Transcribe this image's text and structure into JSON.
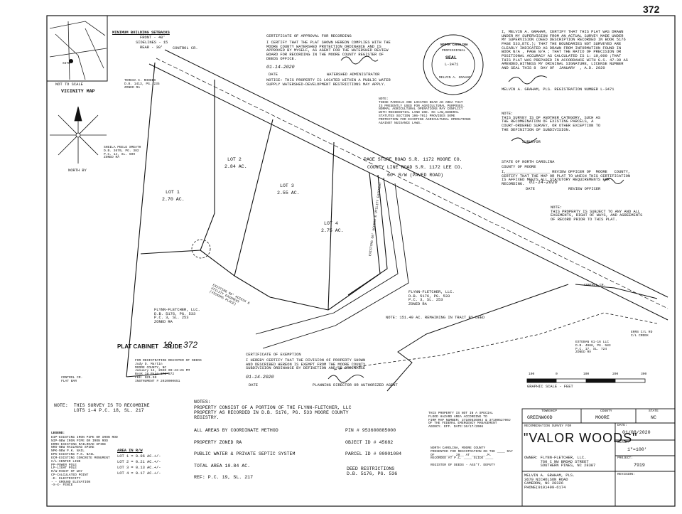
{
  "sheet_number": "372",
  "vicinity": {
    "title": "VICINITY MAP",
    "not_to_scale": "NOT TO SCALE",
    "site": "SITE"
  },
  "north_label": "NORTH BY",
  "setbacks": {
    "title": "MINIMUM BUILDING SETBACKS",
    "front": "FRONT - 40'",
    "sidelines": "SIDELINES - 15",
    "rear": "REAR - 30'"
  },
  "certificate_approval": {
    "title": "CERTIFICATE OF APPROVAL FOR RECORDING",
    "body": "I CERTIFY THAT THE PLAT SHOWN HEREON COMPLIES WITH THE\nMOORE COUNTY WATERSHED PROTECTION ORDINANCE AND IS\nAPPROVED BY MYSELF, AS AGENT FOR THE WATERSHED REVIEW\nBOARD FOR RECORDING IN THE MOORE COUNTY REGISTER OF\nDEEDS OFFICE.",
    "date_value": "01-14-2020",
    "date_label": "DATE",
    "signer_label": "WATERSHED ADMINISTRATOR",
    "notice": "NOTICE: THIS PROPERTY IS LOCATED WITHIN A PUBLIC WATER\nSUPPLY WATERSHED-DEVELOPMENT RESTRICTIONS MAY APPLY."
  },
  "seal": {
    "state": "NORTH CAROLINA",
    "word": "SEAL",
    "number": "L-3471",
    "profession": "PROFESSIONAL",
    "name": "MELVIN A. GRAHAM"
  },
  "surveyor_cert": {
    "body": "I, MELVIN A. GRAHAM, CERTIFY THAT THIS PLAT WAS DRAWN\nUNDER MY SUPERVISION FROM AN ACTUAL SURVEY MADE UNDER\nMY SUPERVISION (DEED DESCRIPTION RECORDED IN BOOK 5176\nPAGE 533,ETC.); THAT THE BOUNDARIES NOT SURVEYED ARE\nCLEARLY INDICATED AS DRAWN FROM INFORMATION FOUND IN\nBOOK N/A , PAGE N/A ; THAT THE RATIO OF PRECISION OR\nPOSITIONAL ACCURACY AS CALCULATED IS 1: 10,000 ;THAT\nTHIS PLAT WAS PREPARED IN ACCORDANCE WITH G.S. 47-30 AS\nAMENDED,WITNESS MY ORIGINAL SIGNATURE, LICENSE NUMBER\nAND SEAL THIS 8  DAY OF  JANUARY  , A.D. 2020",
    "signature_line": "MELVIN A. GRAHAM, PLS.   REGISTRATION NUMBER L-3471"
  },
  "note_farm": "NOTE:\nTHESE PARCELS ARE LOCATED NEAR AN AREA THAT\nIS PRESENTLY USED FOR AGRICULTURAL PURPOSES.\nNORMAL AGRICULTURAL OPERATIONS MAY CONFLICT\nWITH RESIDENTIAL LAND USE. NC LAW,GENERAL\nSTATUTES SECTION 106-701) PROVIDES SOME\nPROTECTION FOR EXISTING AGRICULTURAL OPERATIONS\nAGAINST NUISANCE LAWS.",
  "survey_category": {
    "body": "NOTE:\nTHIS SURVEY IS OF ANOTHER CATEGORY, SUCH AS\nTHE RECOMBINATION OF EXISTING PARCELS, A\nCOURT-ORDERED SURVEY, OR OTHER EXCEPTION TO\nTHE DEFINITION OF SUBDIVISION.",
    "label": "SURVEYOR"
  },
  "review_officer": {
    "state": "STATE OF NORTH CAROLINA",
    "county": "COUNTY OF MOORE",
    "body": "I,___________________ REVIEW OFFICER OF  MOORE   COUNTY,\nCERTIFY THAT THE MAP OR PLAT TO WHICH THIS CERTIFICATION\nIS AFFIXED MEETS ALL STATUTORY REQUIREMENTS FOR\nRECORDING.",
    "date_value": "01-14-2020",
    "date_label": "DATE",
    "officer_label": "REVIEW OFFICER"
  },
  "easement_note": "NOTE:\nTHIS PROPERTY IS SUBJECT TO ANY AND ALL\nEASEMENTS, RIGHT OF WAYS, AND AGREEMENTS\nOF RECORD PRIOR TO THIS PLAT.",
  "road": {
    "line1": "PAGE STORE ROAD S.R. 1172 MOORE CO.",
    "line2": "COUNTY LINE ROAD S.R. 1172 LEE CO.",
    "line3": "60' R/W (PAVED ROAD)"
  },
  "lots": [
    {
      "name": "LOT 1",
      "area": "2.70 AC."
    },
    {
      "name": "LOT 2",
      "area": "2.84 AC."
    },
    {
      "name": "LOT 3",
      "area": "2.55 AC."
    },
    {
      "name": "LOT 4",
      "area": "2.75 AC."
    }
  ],
  "adjoiners": {
    "rhodes": "TERESA C. RHODES\nD.B. 1413, PG. 235\nZONED RA",
    "smeath": "SHEILA PEELE SMEATH\nD.B. 3670, PG. 382\nP.C. 14, SL. 699\nZONED RA",
    "ff_left": "FLYNN-FLETCHER, LLC.\nD.B. 5176, PG. 533\nP.C. 3, SL. 253\nZONED RA",
    "ff_right": "FLYNN-FLETCHER, LLC.\nD.B. 5176, PG. 533\nP.C. 3, SL. 253\nZONED RA",
    "estebani": "ESTEBAN 61-16 LLC\nD.B. 4966, PG. 583\nP.C. 17, SL. 724\nZONED RA"
  },
  "easements": {
    "access_left": "EXISTING 60' ACCESS &\nUTILITY EASEMENT\n(VICKERS PLACE)",
    "access_right": "EXISTING 60' ACCESS & UTILITY EASEMENT"
  },
  "remaining_tract": "NOTE: 151.49 AC. REMAINING IN TRACT BY DEED",
  "plat_cabinet": {
    "cabinet_label": "PLAT CABINET",
    "cabinet_value": "18",
    "slide_label": "SLIDE",
    "slide_value": "372"
  },
  "recording_stamp": "FOR REGISTRATION REGISTER OF DEEDS\nJudy D. Martin\nMOORE COUNTY, NC\nJanuary 14, 2020 09:43:26 PM\nBook 18 Page 372-372\nFEE: $21.00\nINSTRUMENT # 2020000651",
  "exemption": {
    "title": "CERTIFICATE OF EXEMPTION",
    "body": "I HEREBY CERTIFY THAT THE DIVISION OF PROPERTY SHOWN\nAND DESCRIBED HEREON IS EXEMPT FROM THE MOORE COUNTY\nSUBDIVISION ORDINANCE BY DEFINITION AND/OR ORDINANCE",
    "date_value": "01-14-2020",
    "date_label": "DATE",
    "signer_label": "PLANNING DIRECTOR OR AUTHORIZED AGENT"
  },
  "map_labels": {
    "control_cr_top": "CONTROL CR.",
    "control_cr_bottom": "CONTROL CR.\nFLAT BAR",
    "control_cr_right": "CONTROL CR.",
    "errs_creek": "ERRS C/L RD\nC/L CREEK"
  },
  "scale": {
    "ticks": [
      "100",
      "0",
      "100",
      "200",
      "300"
    ],
    "label": "GRAPHIC SCALE - FEET"
  },
  "recombine_note": "NOTE:  THIS SURVEY IS TO RECOMBINE\n       LOTS 1-4 P.C. 18, SL. 217",
  "notes": {
    "title": "NOTES:",
    "body": "PROPERTY CONSIST OF A PORTION OF THE FLYNN-FLETCHER, LLC\nPROPERTY AS RECORDED IN D.B. 5176, PG. 533 MOORE COUNTY\nREGISTRY.",
    "items": [
      "ALL AREAS BY COORDINATE METHOD",
      "PROPERTY ZONED RA",
      "PUBLIC WATER & PRIVATE SEPTIC SYSTEM",
      "TOTAL AREA 10.84 AC.",
      "REF: P.C. 19, SL. 217"
    ],
    "ids": [
      "PIN # 953600885000",
      "OBJECT ID # 45682",
      "PARCEL ID # 00001084"
    ],
    "deed_restrictions": "DEED RESTRICTIONS\nD.B. 5176, PG. 536"
  },
  "flood_note": "THIS PROPERTY IS NOT IN A SPECIAL\nFLOOD HAZARD AREA ACCORDING TO\nFIRM MAP NUMBER: 3710953600J & 3710952700J\nOF THE FEDERAL EMERGENCY MANAGEMENT\nAGENCY. EFF. DATE:10/17/2006",
  "register_block": "NORTH CAROLINA, MOORE COUNTY\nPRESENTED FOR REGISTRATION ON THE ____ DAY\nOF ________, 20__ AT ____ __.M.\nRECORDED AT P.C. ____ SLIDE ____\n\nREGISTER OF DEEDS - ASS'T. DEPUTY",
  "legend": {
    "title": "LEGEND:",
    "body": "EIP-EXISTING IRON PIPE OR IRON ROD\nNIP-NEW IRON PIPE OR IRON ROD\nERRS-EXISTING RAILROAD SPIKE\nNRS-NEW RAILROAD SPIKE\nNPK-NEW P.K. NAIL\nEPK-EXISTING P.K. NAIL\nECM-EXISTING CONCRETE MONUMENT\nC/L-CENTER LINE\nPP-POWER POLE\nLP-LIGHT POLE\nR/W-RIGHT OF WAY\nCP-CALCULATED POINT\n-E- ELECTRICITY\n- - GROUND ELEVATION\n-X-X- FENCE"
  },
  "rw_table": {
    "title": "AREA IN R/W",
    "rows": [
      "LOT 1 = 0.06 AC.+/-",
      "LOT 2 = 0.21 AC.+/-",
      "LOT 3 = 0.13 AC.+/-",
      "LOT 4 = 0.17 AC.+/-"
    ]
  },
  "title_block": {
    "township_label": "TOWNSHIP",
    "township_value": "GREENWOOD",
    "county_label": "COUNTY",
    "county_value": "MOORE",
    "state_label": "STATE",
    "state_value": "NC",
    "recomb_label": "RECOMBINATION SURVEY FOR",
    "project_name": "VALOR WOODS",
    "date_label": "DATE:",
    "date_value": "01/08/2020",
    "scale_label": "SCALE:",
    "scale_value": "1\"=100'",
    "project_label": "PROJECT:",
    "project_value": "7919",
    "owner": "OWNER: FLYNN-FLETCHER, LLC.\n       760 C NW BROAD STREET\n       SOUTHERN PINES, NC 28387",
    "surveyor": "MELVIN A. GRAHAM, PLS.\n3679 NICHOLSON ROAD\nCAMERON, NC 28326\nPHONE(919)499-6174",
    "revision_label": "REVISION:"
  }
}
